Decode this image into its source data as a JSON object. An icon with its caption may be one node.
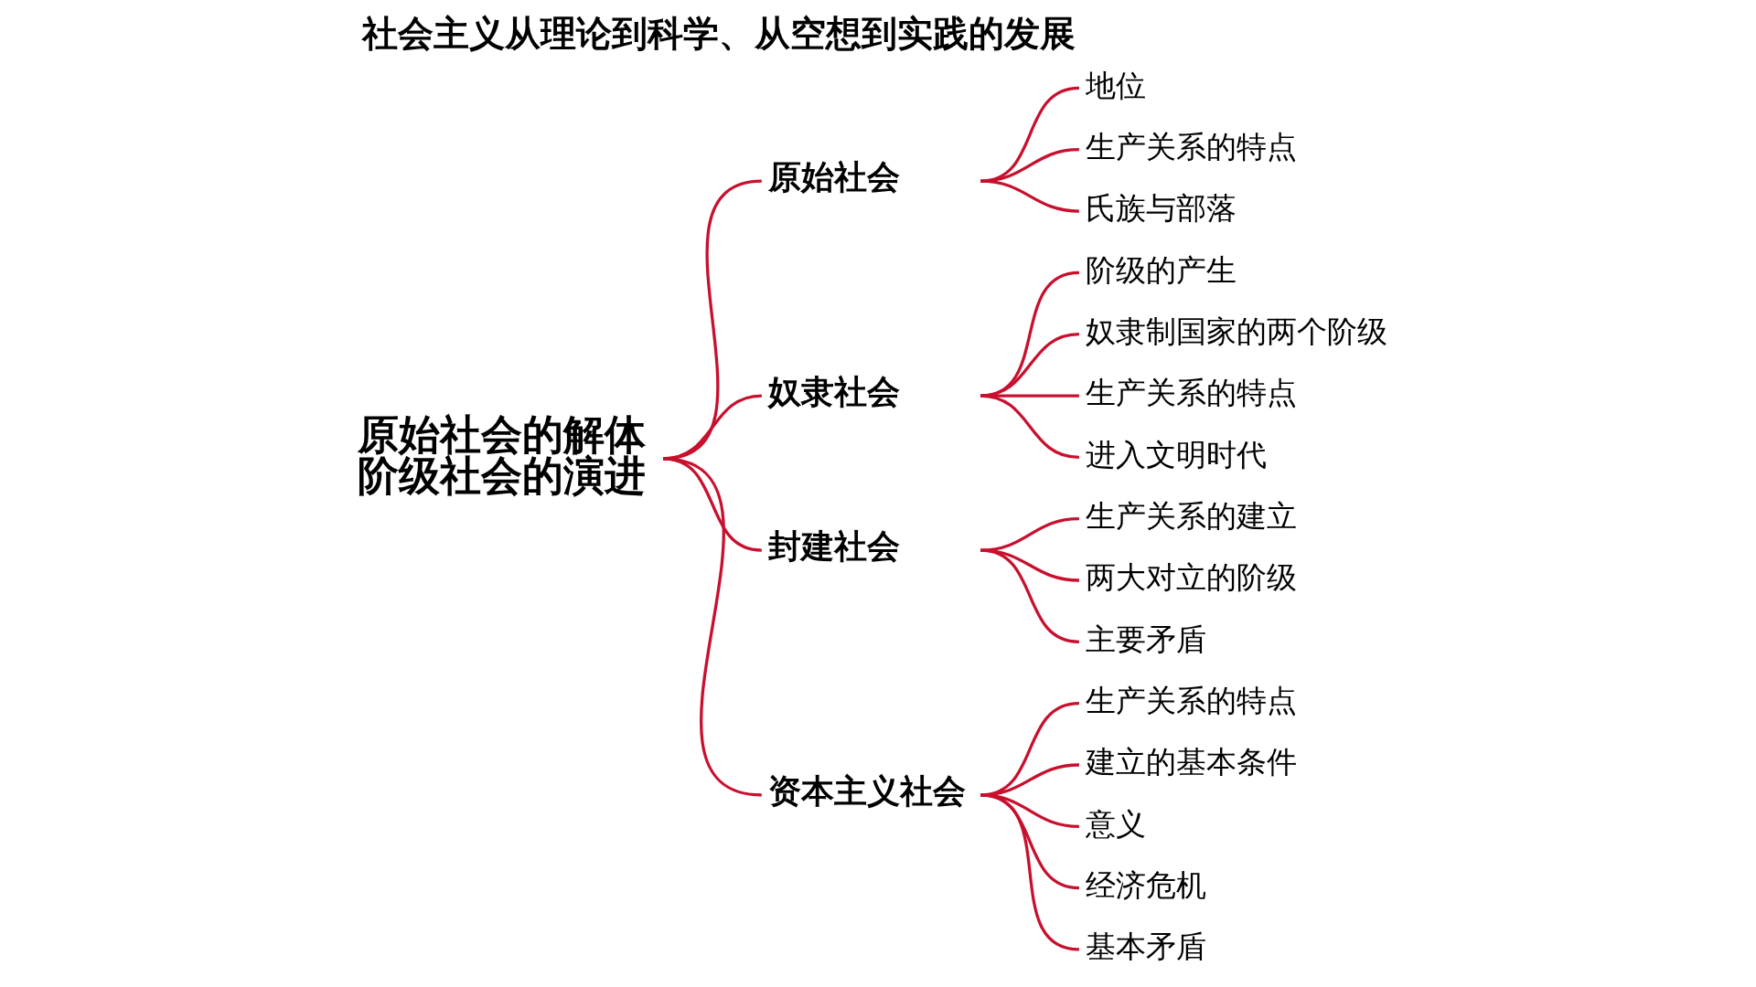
{
  "diagram": {
    "title": "社会主义从理论到科学、从空想到实践的发展",
    "nodes": [
      {
        "text": [
          "原始社会的解体",
          "阶级社会的演进"
        ]
      },
      {
        "text": [
          "原始社会"
        ]
      },
      {
        "text": [
          "地位"
        ]
      },
      {
        "text": [
          "生产关系的特点"
        ]
      },
      {
        "text": [
          "氏族与部落"
        ]
      },
      {
        "text": [
          "奴隶社会"
        ]
      },
      {
        "text": [
          "阶级的产生"
        ]
      },
      {
        "text": [
          "奴隶制国家的两个阶级"
        ]
      },
      {
        "text": [
          "生产关系的特点"
        ]
      },
      {
        "text": [
          "进入文明时代"
        ]
      },
      {
        "text": [
          "封建社会"
        ]
      },
      {
        "text": [
          "生产关系的建立"
        ]
      },
      {
        "text": [
          "两大对立的阶级"
        ]
      },
      {
        "text": [
          "主要矛盾"
        ]
      },
      {
        "text": [
          "资本主义社会"
        ]
      },
      {
        "text": [
          "生产关系的特点"
        ]
      },
      {
        "text": [
          "建立的基本条件"
        ]
      },
      {
        "text": [
          "意义"
        ]
      },
      {
        "text": [
          "经济危机"
        ]
      },
      {
        "text": [
          "基本矛盾"
        ]
      }
    ],
    "edges": [
      {
        "from": 0,
        "to": 1,
        "arrow": "none"
      },
      {
        "from": 0,
        "to": 5,
        "arrow": "none"
      },
      {
        "from": 0,
        "to": 10,
        "arrow": "none"
      },
      {
        "from": 0,
        "to": 14,
        "arrow": "none"
      },
      {
        "from": 1,
        "to": 2,
        "arrow": "none"
      },
      {
        "from": 1,
        "to": 3,
        "arrow": "none"
      },
      {
        "from": 1,
        "to": 4,
        "arrow": "none"
      },
      {
        "from": 5,
        "to": 6,
        "arrow": "none"
      },
      {
        "from": 5,
        "to": 7,
        "arrow": "none"
      },
      {
        "from": 5,
        "to": 8,
        "arrow": "none"
      },
      {
        "from": 5,
        "to": 9,
        "arrow": "none"
      },
      {
        "from": 10,
        "to": 11,
        "arrow": "none"
      },
      {
        "from": 10,
        "to": 12,
        "arrow": "none"
      },
      {
        "from": 10,
        "to": 13,
        "arrow": "none"
      },
      {
        "from": 14,
        "to": 15,
        "arrow": "none"
      },
      {
        "from": 14,
        "to": 16,
        "arrow": "none"
      },
      {
        "from": 14,
        "to": 17,
        "arrow": "none"
      },
      {
        "from": 14,
        "to": 18,
        "arrow": "none"
      },
      {
        "from": 14,
        "to": 19,
        "arrow": "none"
      }
    ]
  }
}
